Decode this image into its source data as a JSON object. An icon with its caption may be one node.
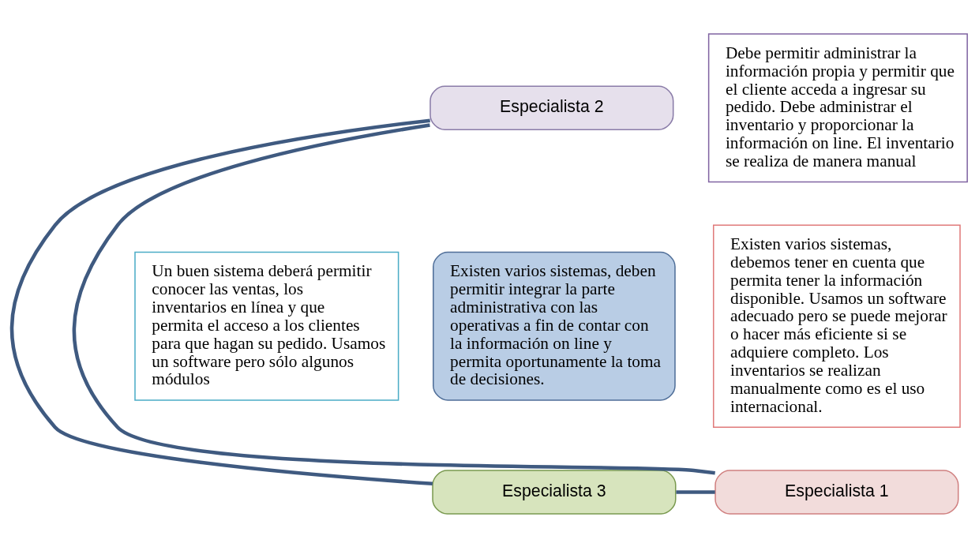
{
  "diagram": {
    "nodes": [
      {
        "text": [
          "Especialista 2"
        ]
      },
      {
        "text": [
          "Debe permitir administrar la información propia y permitir que el cliente acceda a ingresar su pedido. Debe administrar el inventario y proporcionar la información on line. El inventario se realiza de manera manual"
        ]
      },
      {
        "text": [
          "Un buen sistema deberá permitir conocer las ventas, los inventarios en línea y que permita el acceso a los clientes para que hagan su pedido. Usamos un software pero sólo algunos módulos"
        ]
      },
      {
        "text": [
          "Existen varios sistemas, deben permitir integrar la parte administrativa con las operativas a fin de contar con la información on line y permita oportunamente la toma de decisiones."
        ]
      },
      {
        "text": [
          "Existen varios sistemas, debemos tener en cuenta que permita tener la información disponible. Usamos un software adecuado pero se puede mejorar o hacer más eficiente si se adquiere completo. Los inventarios se realizan manualmente como es el uso internacional."
        ]
      },
      {
        "text": [
          "Especialista 3"
        ]
      },
      {
        "text": [
          "Especialista 1"
        ]
      }
    ],
    "edges": [
      {
        "from": 0,
        "to": 5,
        "arrow": "none"
      },
      {
        "from": 5,
        "to": 6,
        "arrow": "none"
      },
      {
        "from": 6,
        "to": 0,
        "arrow": "none"
      }
    ]
  }
}
